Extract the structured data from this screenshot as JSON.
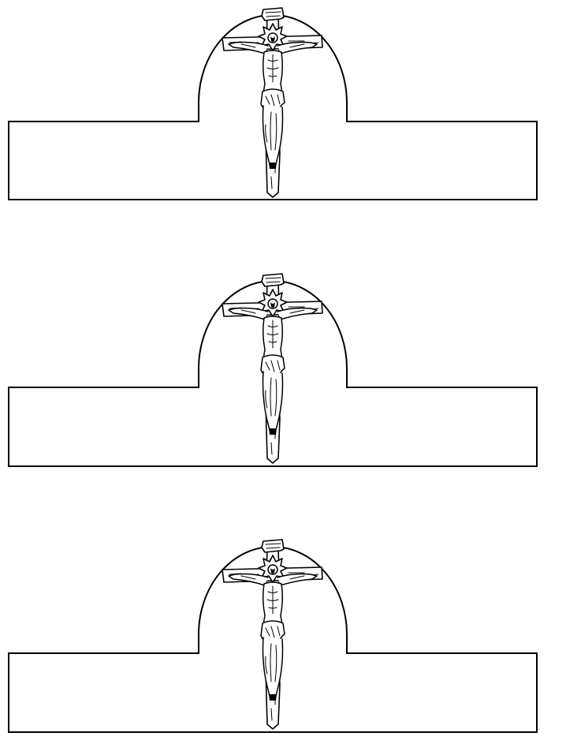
{
  "page": {
    "background": "#ffffff",
    "line_color": "#000000"
  },
  "bands": [
    {
      "id": 1,
      "icon": "crucifix-icon"
    },
    {
      "id": 2,
      "icon": "crucifix-icon"
    },
    {
      "id": 3,
      "icon": "crucifix-icon"
    }
  ]
}
